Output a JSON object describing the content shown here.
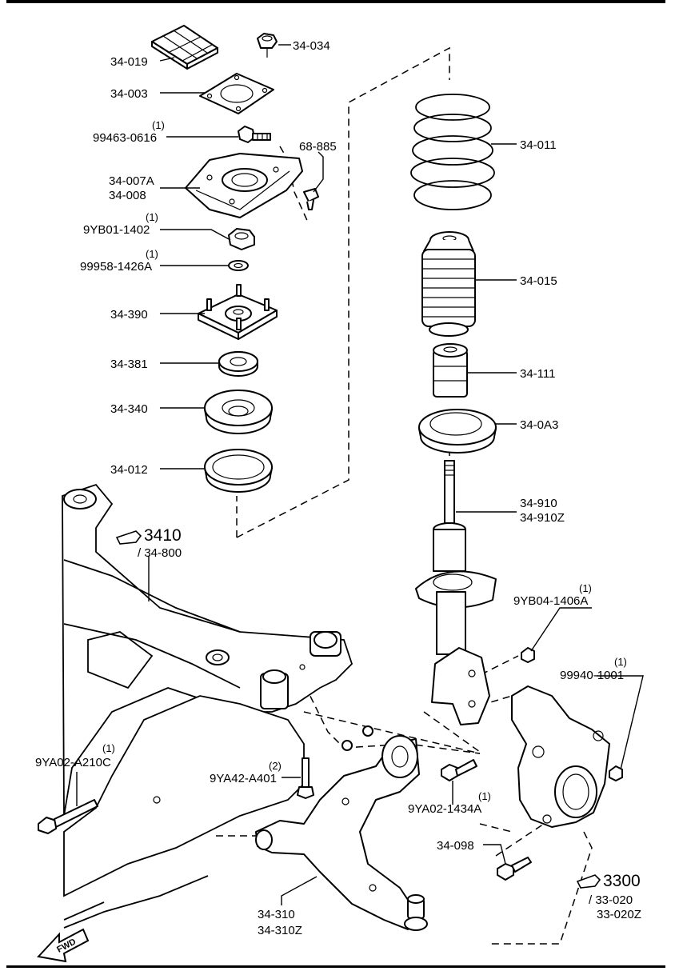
{
  "labels": {
    "p34_019": "34-019",
    "p34_034": "34-034",
    "p34_003": "34-003",
    "q99463": "(1)",
    "p99463": "99463-0616",
    "p68_885": "68-885",
    "p34_007A": "34-007A",
    "p34_008": "34-008",
    "q9YB01": "(1)",
    "p9YB01": "9YB01-1402",
    "q99958": "(1)",
    "p99958": "99958-1426A",
    "p34_390": "34-390",
    "p34_381": "34-381",
    "p34_340": "34-340",
    "p34_012": "34-012",
    "p34_011": "34-011",
    "p34_015": "34-015",
    "p34_111": "34-111",
    "p34_0A3": "34-0A3",
    "p34_910": "34-910",
    "p34_910Z": "34-910Z",
    "q9YB04": "(1)",
    "p9YB04": "9YB04-1406A",
    "q99940": "(1)",
    "p99940": "99940-1001",
    "ref3410": "3410",
    "ref34_800": "/ 34-800",
    "q9YA02C": "(1)",
    "p9YA02C": "9YA02-A210C",
    "q9YA42": "(2)",
    "p9YA42": "9YA42-A401",
    "q9YA02A": "(1)",
    "p9YA02A": "9YA02-1434A",
    "p34_098": "34-098",
    "ref3300": "3300",
    "ref33_020": "/ 33-020",
    "p33_020Z": "33-020Z",
    "p34_310": "34-310",
    "p34_310Z": "34-310Z",
    "fwd": "FWD"
  }
}
